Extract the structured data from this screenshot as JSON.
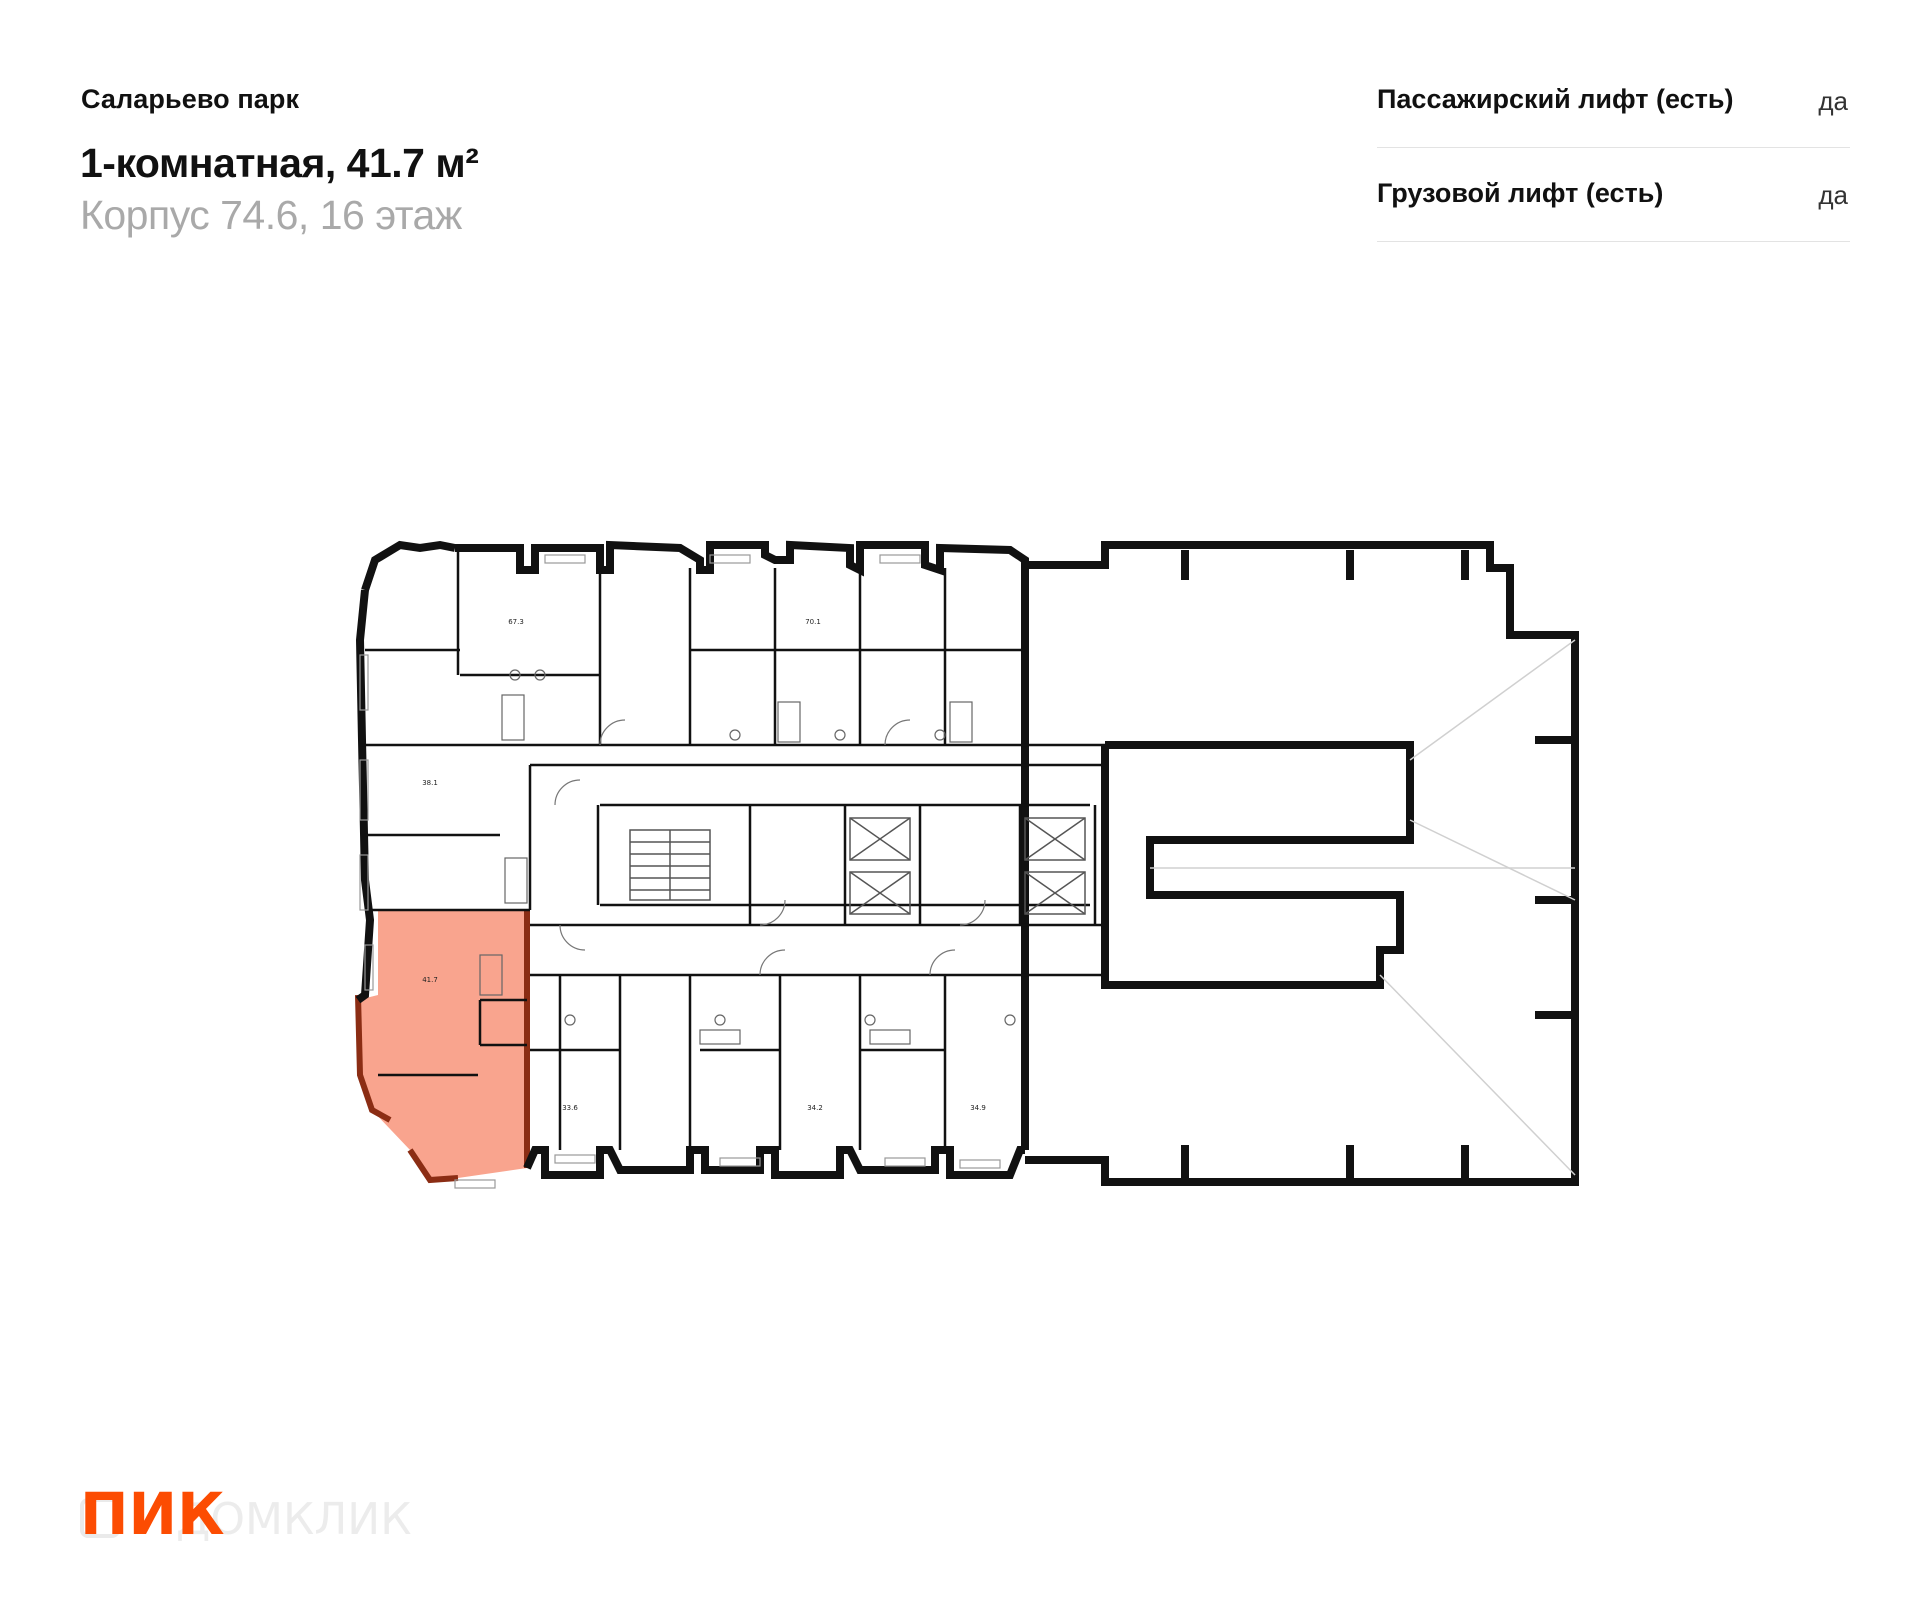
{
  "project": {
    "name": "Саларьево парк"
  },
  "apartment": {
    "title": "1-комнатная, 41.7 м²",
    "subtitle": "Корпус 74.6, 16 этаж"
  },
  "features": [
    {
      "label": "Пассажирский лифт (есть)",
      "value": "да"
    },
    {
      "label": "Грузовой лифт (есть)",
      "value": "да"
    }
  ],
  "floor_plan": {
    "highlight_color": "#f9a48e",
    "highlight_wall_color": "#8b2d14",
    "selected_unit_area": "41.7",
    "units": [
      {
        "id": "u67",
        "area": "67.3"
      },
      {
        "id": "u70",
        "area": "70.1"
      },
      {
        "id": "u38",
        "area": "38.1"
      },
      {
        "id": "u41",
        "area": "41.7"
      },
      {
        "id": "u33",
        "area": "33.6"
      },
      {
        "id": "u34a",
        "area": "34.2"
      },
      {
        "id": "u34b",
        "area": "34.9"
      }
    ]
  },
  "brand": {
    "logo_text": "ПИК",
    "watermark_text": "ДОМКЛИК",
    "logo_color": "#fc4c02",
    "logo_icon": "pik-logo-icon",
    "watermark_icon": "domclick-watermark-icon"
  }
}
